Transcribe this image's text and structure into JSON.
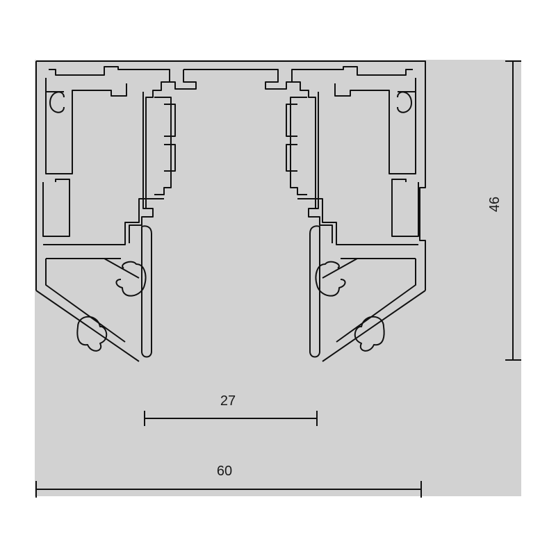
{
  "colors": {
    "background": "#ffffff",
    "panel": "#d2d2d2",
    "profile_fill": "#d2d2d2",
    "stroke": "#111111"
  },
  "dimensions": {
    "height_label": "46",
    "opening_label": "27",
    "width_label": "60"
  }
}
